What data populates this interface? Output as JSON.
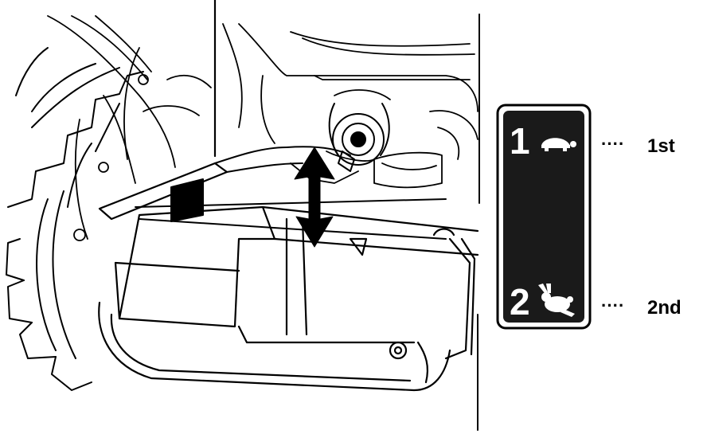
{
  "decal": {
    "gear_1_number": "1",
    "gear_2_number": "2",
    "gear_1_icon": "turtle-icon",
    "gear_2_icon": "rabbit-icon"
  },
  "labels": {
    "dots": "····",
    "first": "1st",
    "second": "2nd"
  },
  "colors": {
    "line": "#000000",
    "decal_bg": "#1a1a1a",
    "decal_fg": "#ffffff",
    "paper": "#ffffff"
  }
}
